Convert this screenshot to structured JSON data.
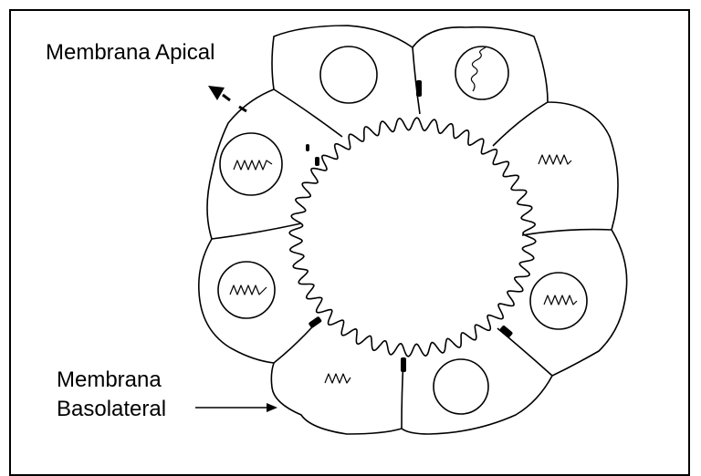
{
  "labels": {
    "apical": "Membrana Apical",
    "basolateral_line1": "Membrana",
    "basolateral_line2": "Basolateral"
  },
  "colors": {
    "stroke": "#000000",
    "background": "#ffffff"
  }
}
